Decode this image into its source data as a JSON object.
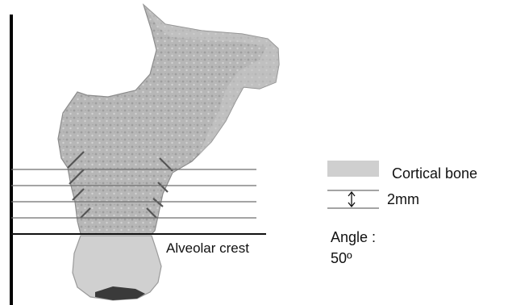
{
  "labels": {
    "alveolar_crest": "Alveolar crest",
    "angle": "Angle :\n50º"
  },
  "legend": {
    "cortical_bone": "Cortical bone",
    "spacing": "2mm"
  },
  "colors": {
    "bone_fill": "#b9b9b9",
    "bone_edge": "#8c8c8c",
    "root_fill": "#d0d0d0",
    "cortical_swatch": "#cfcfcf",
    "section_line": "#6e6e6e",
    "crest_line": "#111111",
    "axis_line": "#000000"
  }
}
